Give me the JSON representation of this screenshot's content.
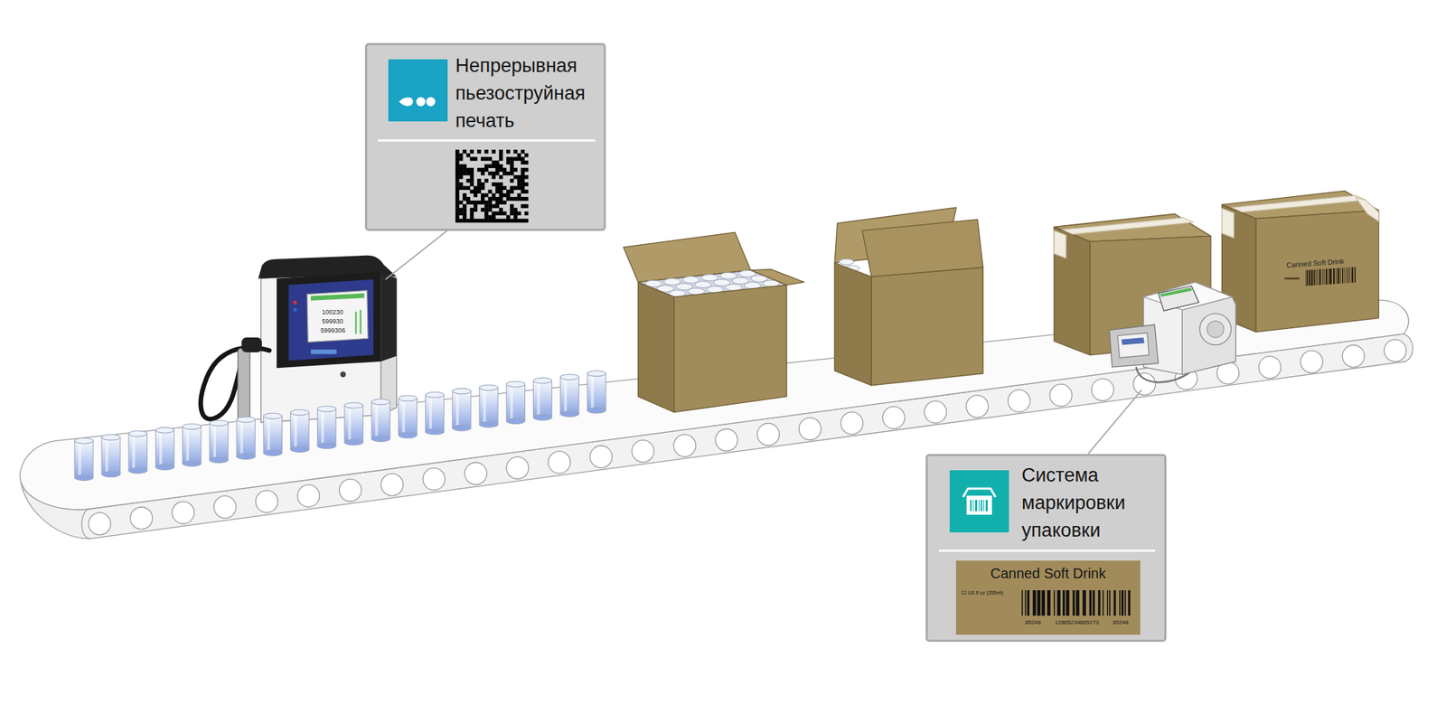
{
  "diagram": {
    "nodes": [
      {
        "text": [
          "Непрерывная пьезоструйная печать"
        ]
      },
      {
        "text": [
          "Система маркировки упаковки"
        ]
      },
      {
        "text": [
          "Canned Soft Drink",
          "12 US fl oz (355ml)",
          "85248",
          "12865234865273",
          "85248"
        ],
        "in": 1
      }
    ],
    "labels": [
      "100230",
      "599930",
      "5999306",
      "Canned Soft Drink"
    ]
  }
}
